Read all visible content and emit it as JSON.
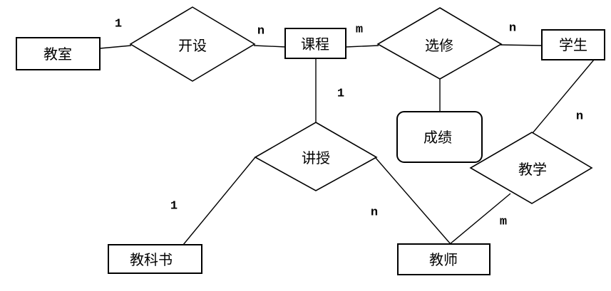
{
  "diagram": {
    "type": "er-diagram",
    "colors": {
      "background": "#ffffff",
      "stroke": "#000000",
      "shape_fill": "#ffffff",
      "text": "#000000"
    },
    "entities": [
      {
        "id": "classroom",
        "label": "教室",
        "shape": "rectangle"
      },
      {
        "id": "course",
        "label": "课程",
        "shape": "rectangle"
      },
      {
        "id": "student",
        "label": "学生",
        "shape": "rectangle"
      },
      {
        "id": "grade",
        "label": "成绩",
        "shape": "rounded-rectangle"
      },
      {
        "id": "textbook",
        "label": "教科书",
        "shape": "rectangle"
      },
      {
        "id": "teacher",
        "label": "教师",
        "shape": "rectangle"
      }
    ],
    "relationships": [
      {
        "id": "offer",
        "label": "开设",
        "shape": "diamond"
      },
      {
        "id": "elective",
        "label": "选修",
        "shape": "diamond"
      },
      {
        "id": "lecture",
        "label": "讲授",
        "shape": "diamond"
      },
      {
        "id": "teaching",
        "label": "教学",
        "shape": "diamond"
      }
    ],
    "cardinalities": [
      {
        "edge": "classroom-offer",
        "label": "1"
      },
      {
        "edge": "offer-course",
        "label": "n"
      },
      {
        "edge": "course-elective",
        "label": "m"
      },
      {
        "edge": "elective-student",
        "label": "n"
      },
      {
        "edge": "course-lecture",
        "label": "1"
      },
      {
        "edge": "student-teaching",
        "label": "n"
      },
      {
        "edge": "lecture-textbook",
        "label": "1"
      },
      {
        "edge": "lecture-teacher",
        "label": "n"
      },
      {
        "edge": "teaching-teacher",
        "label": "m"
      }
    ]
  }
}
